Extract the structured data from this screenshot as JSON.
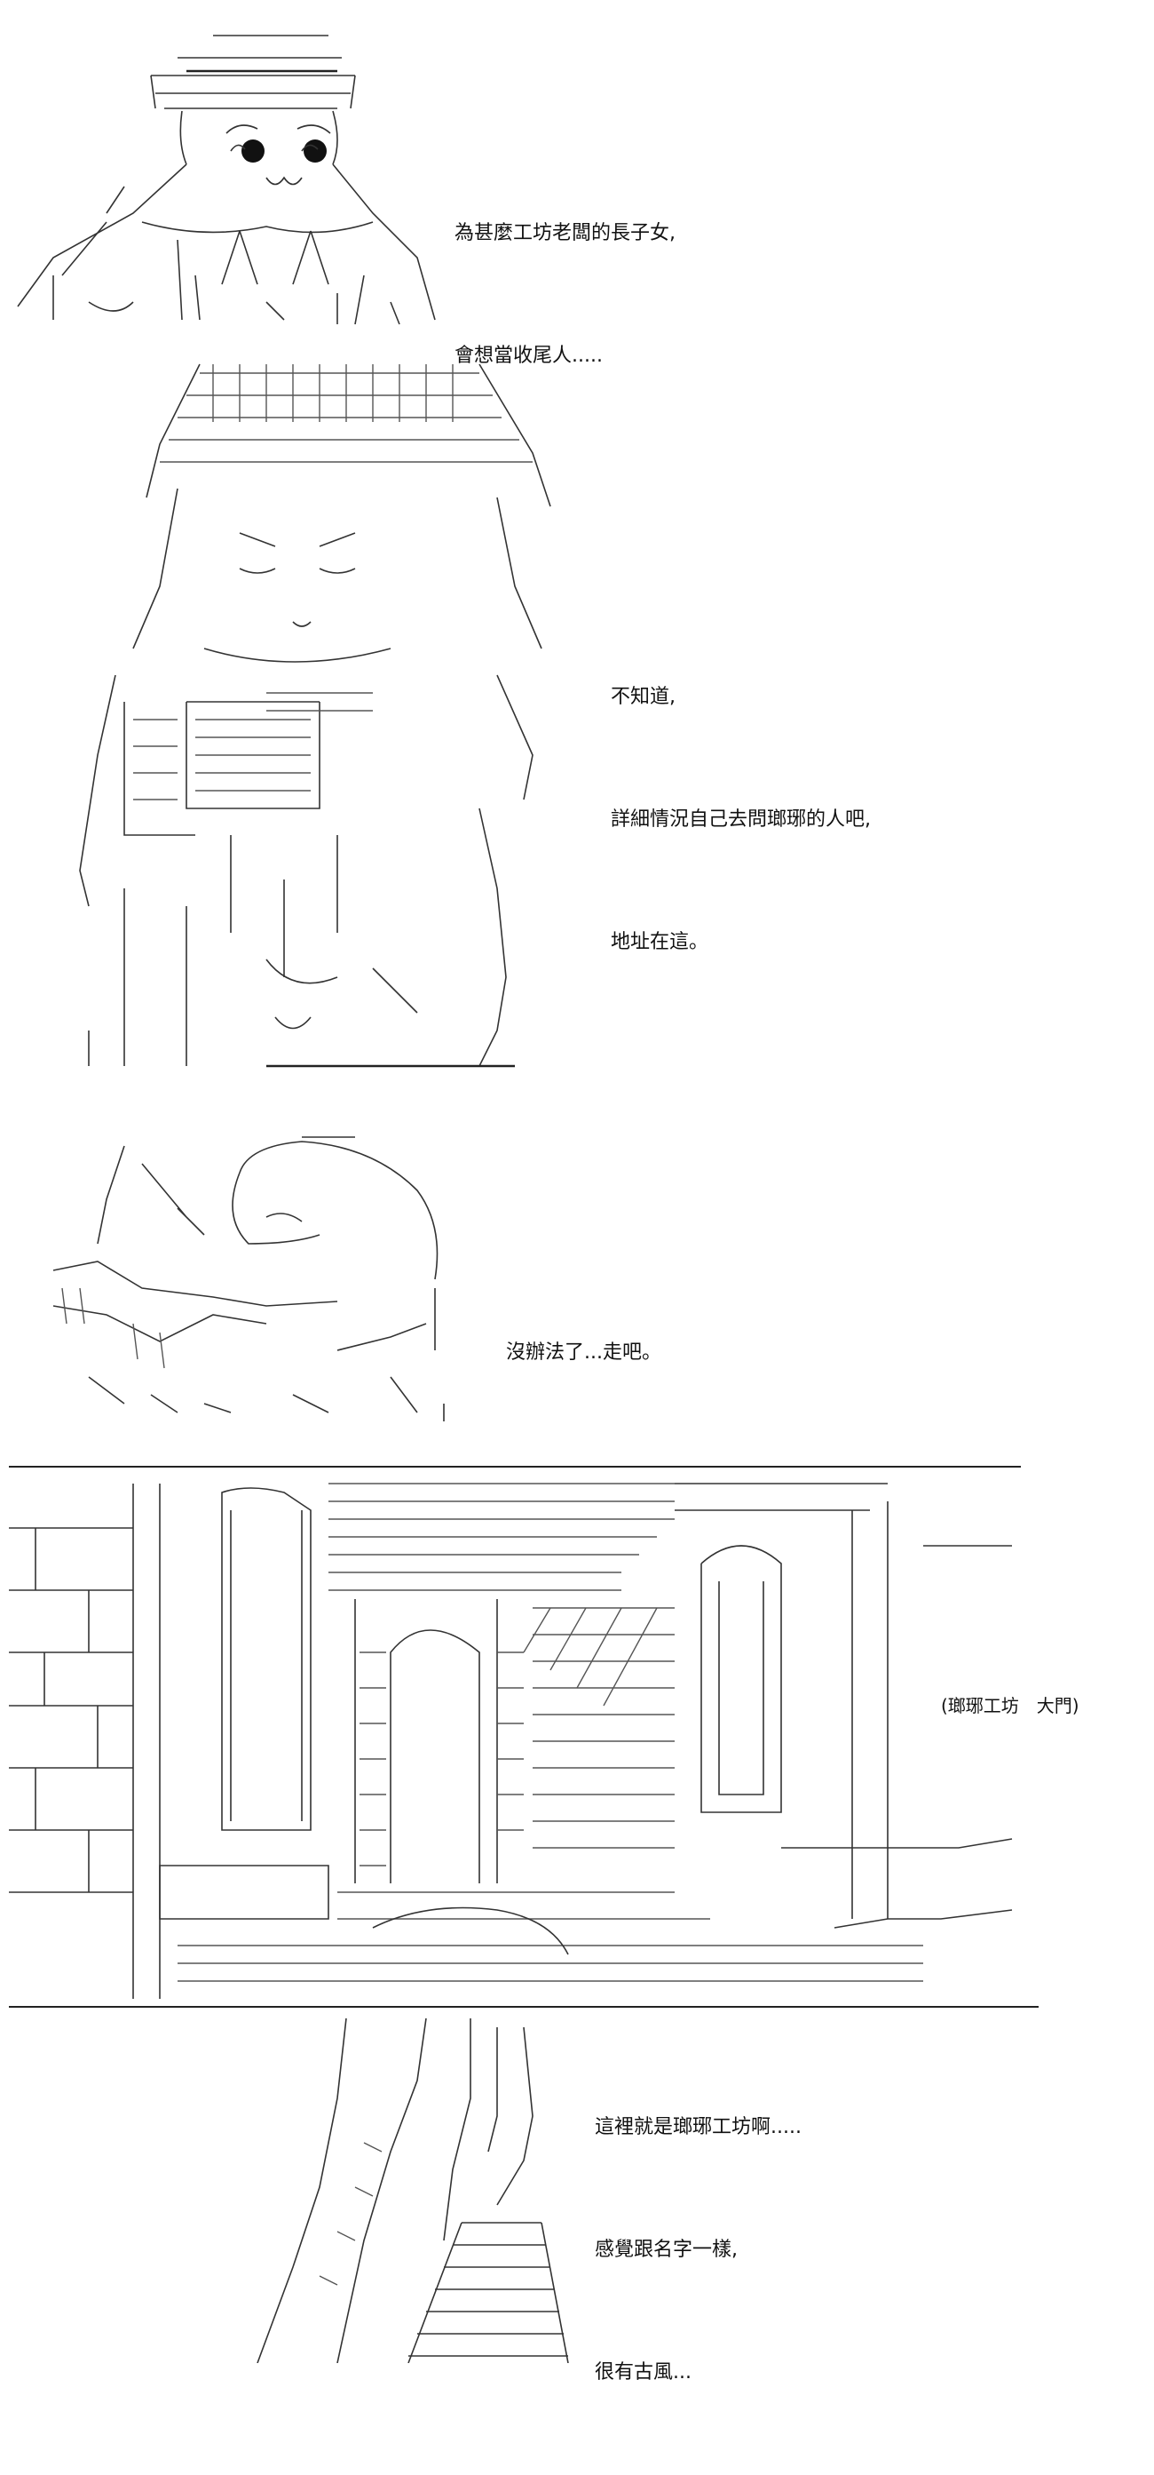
{
  "panels": [
    {
      "id": "p1",
      "lines": [
        "為甚麼工坊老闆的長子女,",
        "會想當收尾人....."
      ]
    },
    {
      "id": "p2",
      "lines": [
        "不知道,",
        "詳細情況自己去問瑯琊的人吧,",
        "地址在這。"
      ]
    },
    {
      "id": "p3",
      "lines": [
        "沒辦法了...走吧。"
      ]
    },
    {
      "id": "p4",
      "caption": "(瑯琊工坊　大門)"
    },
    {
      "id": "p5",
      "lines": [
        "這裡就是瑯琊工坊啊.....",
        "感覺跟名字一樣,",
        "很有古風..."
      ]
    }
  ]
}
